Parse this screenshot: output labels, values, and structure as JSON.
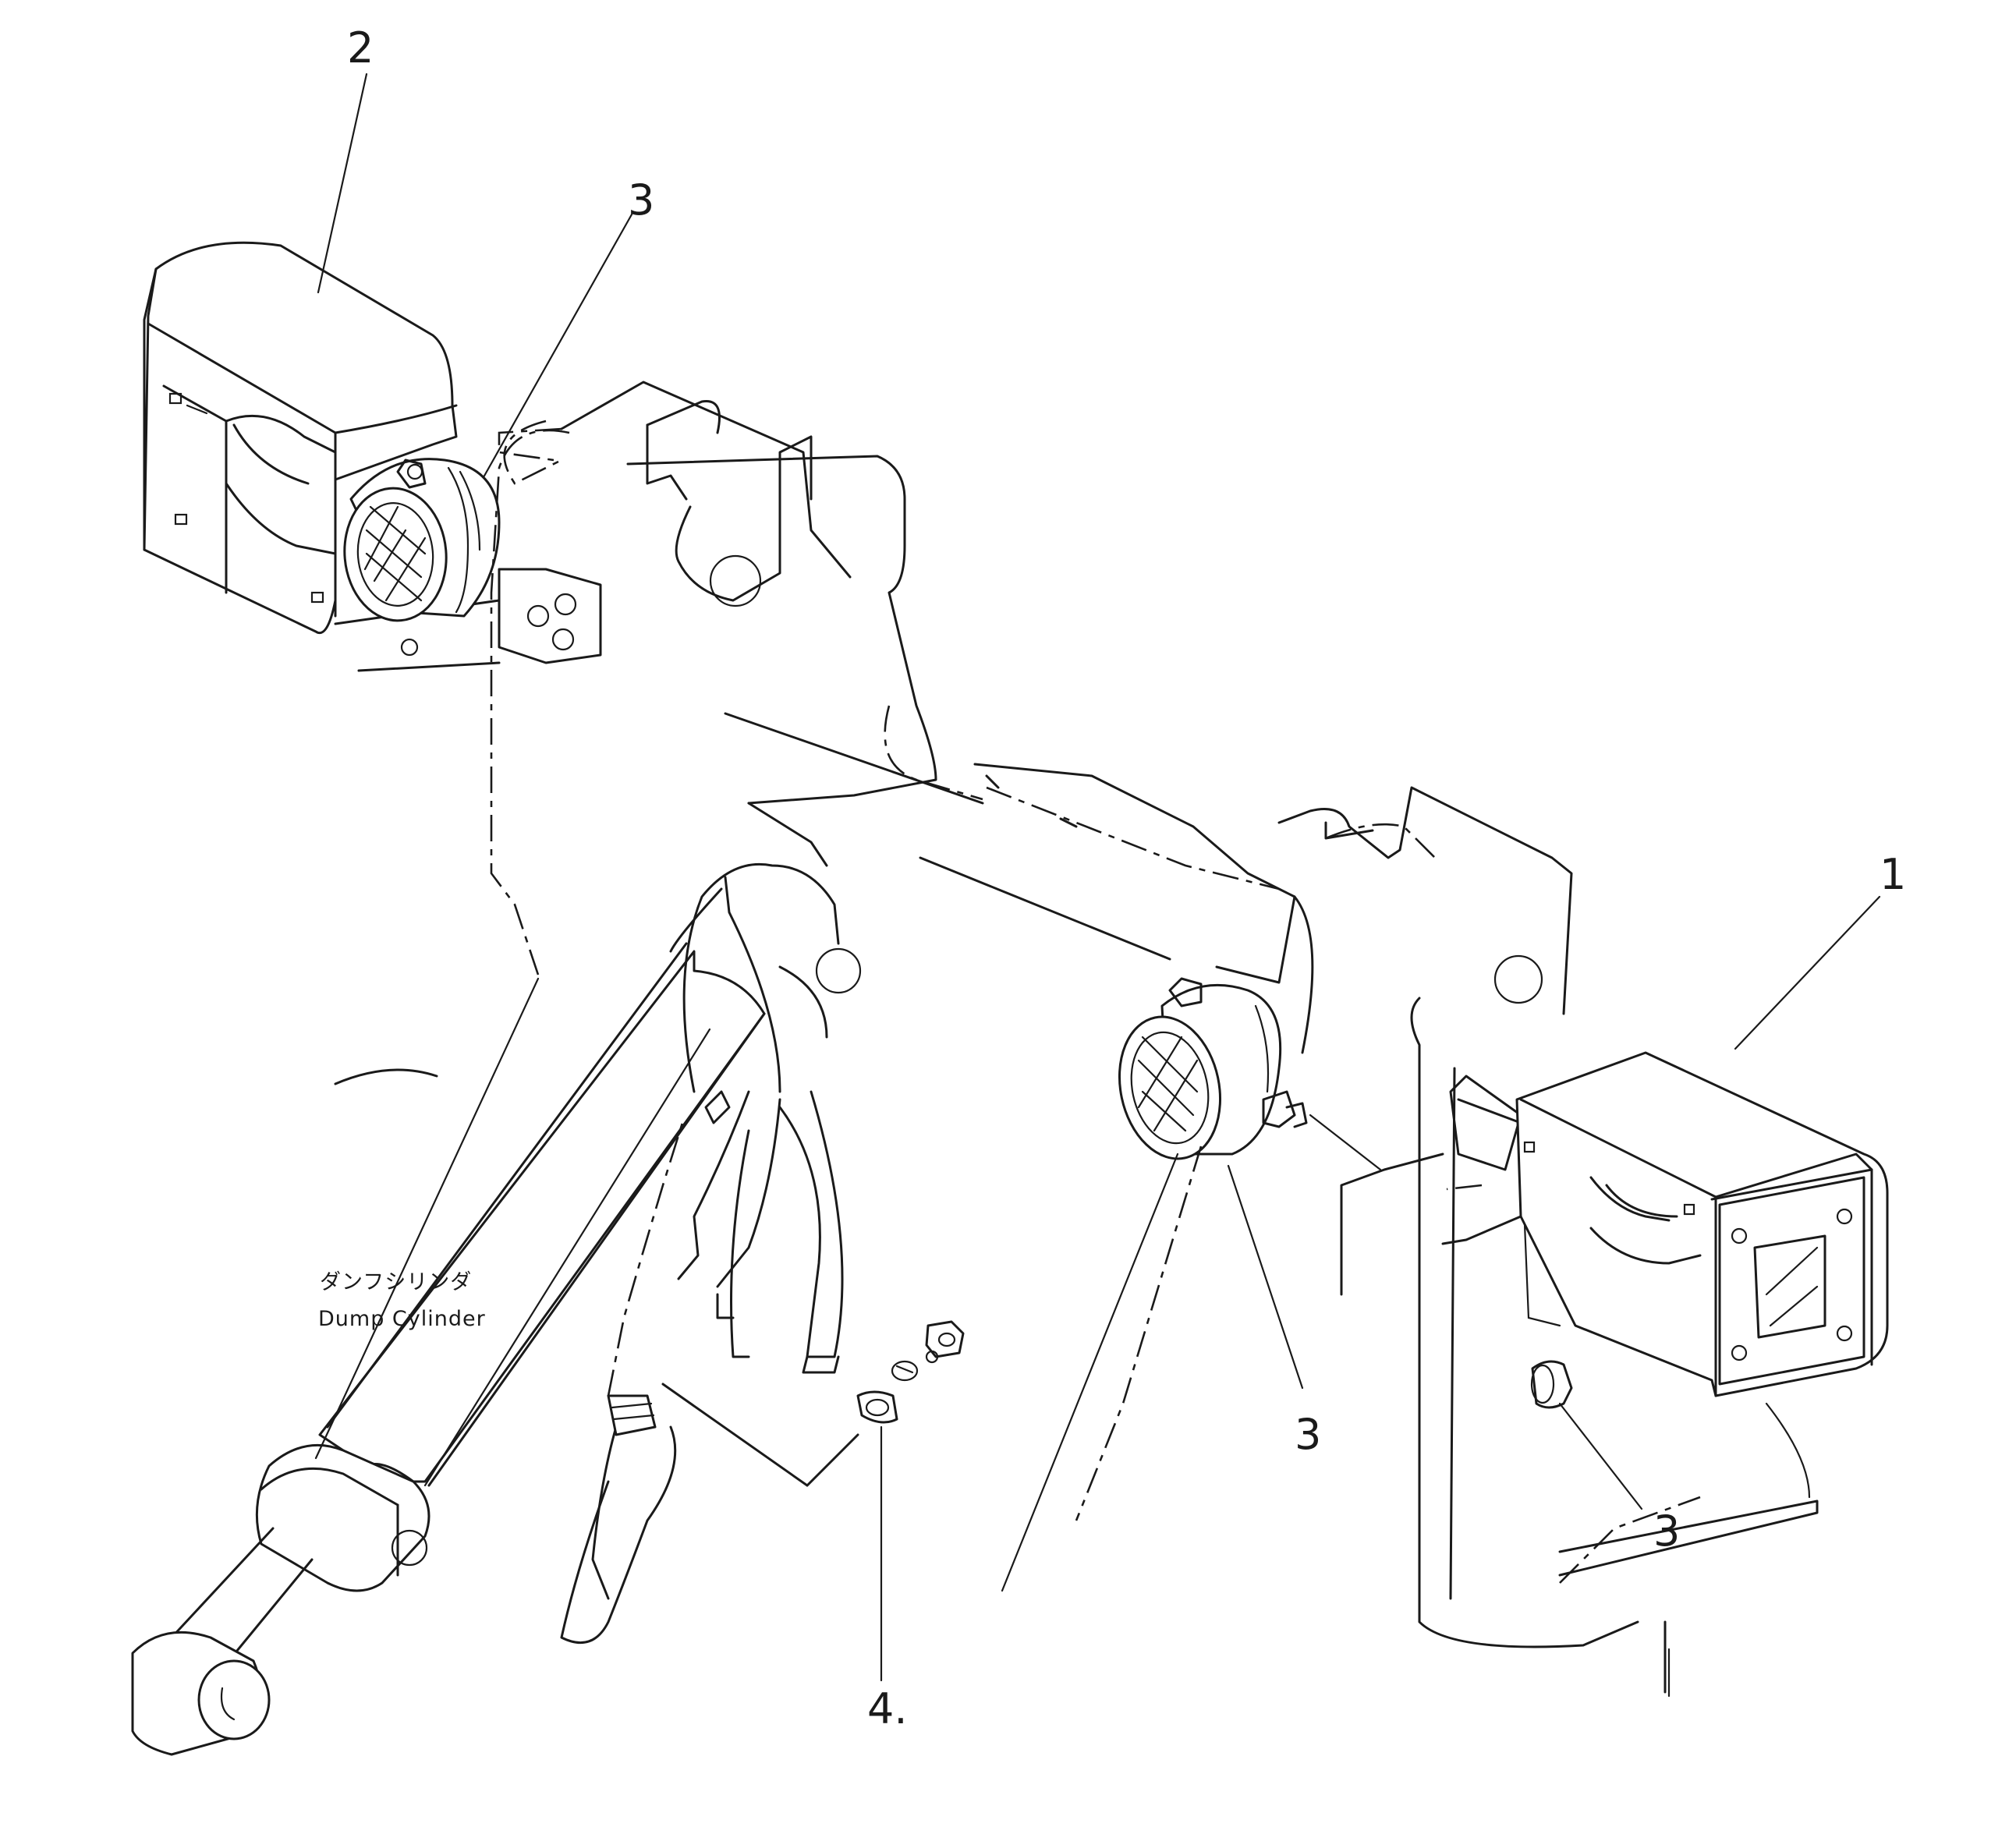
{
  "callouts": {
    "c1": "1",
    "c2": "2",
    "c3a": "3",
    "c3b": "3",
    "c3c": "3",
    "c4": "4."
  },
  "caption": {
    "japanese": "ダンフシリンダ",
    "english": "Dump  Cylinder"
  }
}
